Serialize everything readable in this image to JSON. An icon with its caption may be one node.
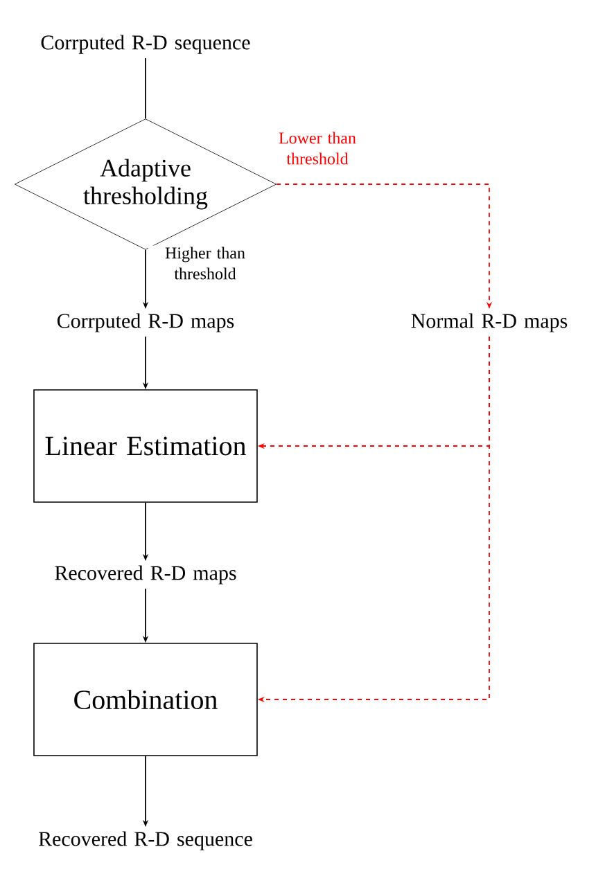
{
  "diagram": {
    "nodes": [
      {
        "text": [
          "Corrputed R-D sequence"
        ]
      },
      {
        "text": [
          "Adaptive thresholding"
        ]
      },
      {
        "text": [
          "Corrputed R-D maps"
        ]
      },
      {
        "text": [
          "Normal R-D maps"
        ]
      },
      {
        "text": [
          "Linear Estimation"
        ]
      },
      {
        "text": [
          "Recovered R-D maps"
        ]
      },
      {
        "text": [
          "Combination"
        ]
      },
      {
        "text": [
          "Recovered R-D sequence"
        ]
      }
    ],
    "edges": [
      {
        "from": 0,
        "to": 1,
        "arrow": "none"
      },
      {
        "from": 1,
        "to": 2,
        "arrow": "to",
        "label": "Higher than threshold"
      },
      {
        "from": 1,
        "to": 3,
        "arrow": "to",
        "label": "Lower than threshold",
        "style": "dashed",
        "color": "#ff0000"
      },
      {
        "from": 2,
        "to": 4,
        "arrow": "to"
      },
      {
        "from": 3,
        "to": 4,
        "arrow": "to",
        "style": "dashed",
        "color": "#ff0000"
      },
      {
        "from": 3,
        "to": 6,
        "arrow": "to",
        "style": "dashed",
        "color": "#ff0000"
      },
      {
        "from": 4,
        "to": 5,
        "arrow": "to"
      },
      {
        "from": 5,
        "to": 6,
        "arrow": "to"
      },
      {
        "from": 6,
        "to": 7,
        "arrow": "to"
      }
    ]
  }
}
